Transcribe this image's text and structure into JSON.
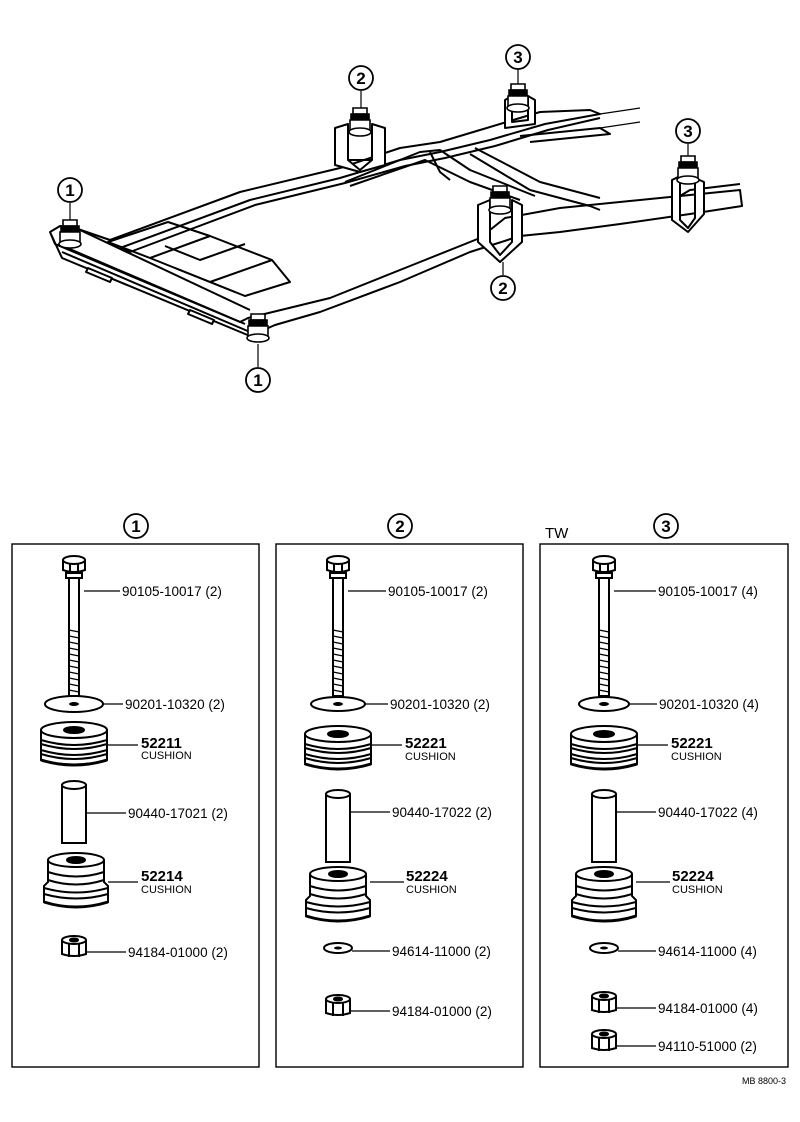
{
  "frame": {
    "callouts": [
      "1",
      "1",
      "2",
      "2",
      "3",
      "3"
    ]
  },
  "panels": [
    {
      "number": "1",
      "prefix": "",
      "parts": [
        {
          "label": "90105-10017 (2)"
        },
        {
          "label": "90201-10320 (2)"
        },
        {
          "big": "52211",
          "small": "CUSHION"
        },
        {
          "label": "90440-17021 (2)"
        },
        {
          "big": "52214",
          "small": "CUSHION"
        },
        {
          "label": "94184-01000 (2)"
        }
      ]
    },
    {
      "number": "2",
      "prefix": "",
      "parts": [
        {
          "label": "90105-10017 (2)"
        },
        {
          "label": "90201-10320 (2)"
        },
        {
          "big": "52221",
          "small": "CUSHION"
        },
        {
          "label": "90440-17022 (2)"
        },
        {
          "big": "52224",
          "small": "CUSHION"
        },
        {
          "label": "94614-11000 (2)"
        },
        {
          "label": "94184-01000 (2)"
        }
      ]
    },
    {
      "number": "3",
      "prefix": "TW",
      "parts": [
        {
          "label": "90105-10017 (4)"
        },
        {
          "label": "90201-10320 (4)"
        },
        {
          "big": "52221",
          "small": "CUSHION"
        },
        {
          "label": "90440-17022 (4)"
        },
        {
          "big": "52224",
          "small": "CUSHION"
        },
        {
          "label": "94614-11000 (4)"
        },
        {
          "label": "94184-01000 (4)"
        },
        {
          "label": "94110-51000 (2)"
        }
      ]
    }
  ],
  "figure_code": "MB 8800-3"
}
